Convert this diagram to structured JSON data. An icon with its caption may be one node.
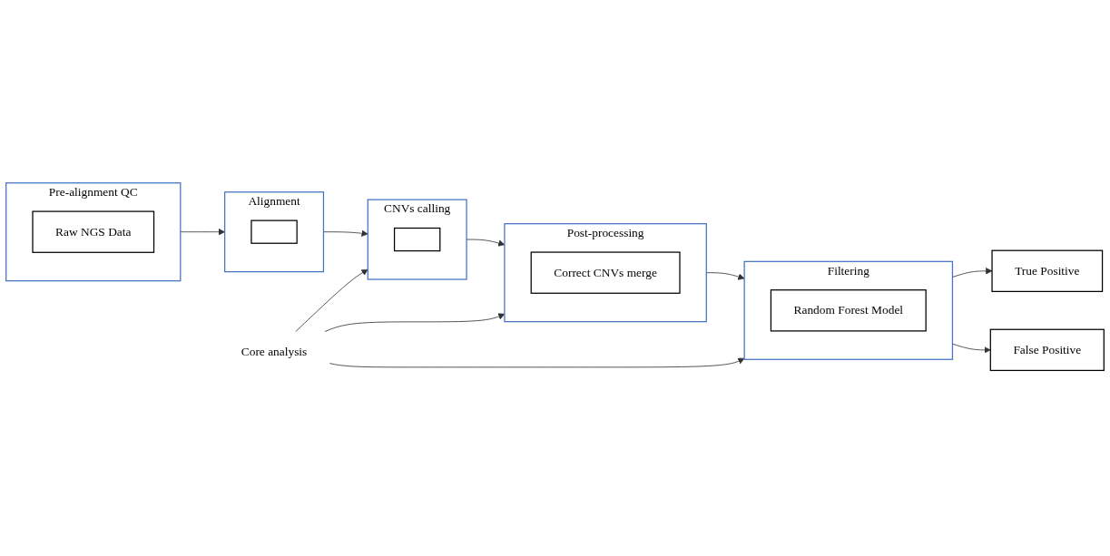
{
  "diagram": {
    "nodes": [
      {
        "text": [
          "Pre-alignment QC"
        ]
      },
      {
        "text": [
          "Raw NGS Data"
        ],
        "in": 0
      },
      {
        "text": [
          "Alignment"
        ]
      },
      {
        "text": [],
        "shape": "box",
        "in": 2
      },
      {
        "text": [
          "CNVs calling"
        ]
      },
      {
        "text": [],
        "shape": "box",
        "in": 4
      },
      {
        "text": [
          "Post-processing"
        ]
      },
      {
        "text": [
          "Correct CNVs merge"
        ],
        "in": 6
      },
      {
        "text": [
          "Filtering"
        ]
      },
      {
        "text": [
          "Random Forest Model"
        ],
        "in": 8
      },
      {
        "text": [
          "Core analysis"
        ]
      },
      {
        "text": [
          "True Positive"
        ]
      },
      {
        "text": [
          "False Positive"
        ]
      }
    ],
    "edges": [
      {
        "from": 0,
        "to": 2,
        "arrow": "to"
      },
      {
        "from": 2,
        "to": 4,
        "arrow": "to"
      },
      {
        "from": 4,
        "to": 6,
        "arrow": "to"
      },
      {
        "from": 6,
        "to": 8,
        "arrow": "to"
      },
      {
        "from": 10,
        "to": 4,
        "arrow": "to"
      },
      {
        "from": 10,
        "to": 6,
        "arrow": "to"
      },
      {
        "from": 10,
        "to": 8,
        "arrow": "to"
      },
      {
        "from": 8,
        "to": 11,
        "arrow": "to"
      },
      {
        "from": 8,
        "to": 12,
        "arrow": "to"
      }
    ]
  }
}
